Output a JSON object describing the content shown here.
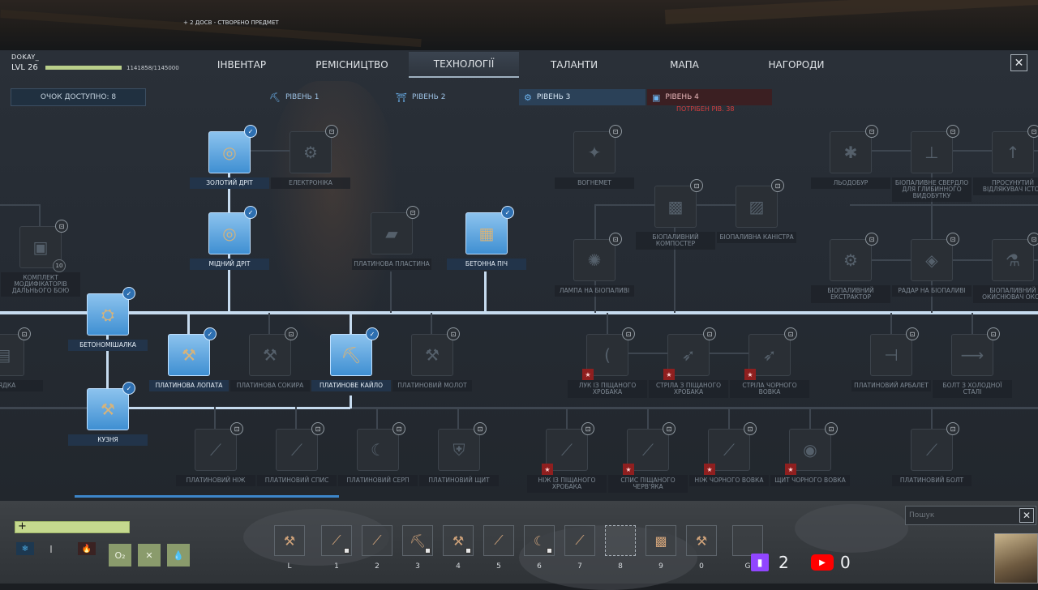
{
  "notification": "+ 2 ДОСВ - СТВОРЕНО ПРЕДМЕТ",
  "player": {
    "name": "DOKAY_",
    "level": "LVL 26",
    "xp_text": "1141858/1145000",
    "xp_fraction": 0.997
  },
  "tabs": [
    {
      "label": "ІНВЕНТАР",
      "active": false
    },
    {
      "label": "РЕМІСНИЦТВО",
      "active": false
    },
    {
      "label": "ТЕХНОЛОГІЇ",
      "active": true
    },
    {
      "label": "ТАЛАНТИ",
      "active": false
    },
    {
      "label": "МАПА",
      "active": false
    },
    {
      "label": "НАГОРОДИ",
      "active": false
    }
  ],
  "close_glyph": "✕",
  "points_available": "ОЧОК ДОСТУПНО: 8",
  "levels": [
    {
      "label": "РІВЕНЬ 1",
      "icon": "pickaxe-icon",
      "glyph": "⛏"
    },
    {
      "label": "РІВЕНЬ 2",
      "icon": "workbench-icon",
      "glyph": "⛩"
    },
    {
      "label": "РІВЕНЬ 3",
      "icon": "lathe-icon",
      "glyph": "⚙"
    },
    {
      "label": "РІВЕНЬ 4",
      "icon": "machine-icon",
      "glyph": "▣"
    }
  ],
  "level_requirement": "ПОТРІБЕН РІВ. 38",
  "nodes": {
    "golden_wire": {
      "label": "ЗОЛОТИЙ ДРІТ",
      "glyph": "◎",
      "unlocked": true
    },
    "electronics": {
      "label": "ЕЛЕКТРОНІКА",
      "glyph": "⚙",
      "unlocked": false
    },
    "copper_wire": {
      "label": "МІДНИЙ ДРІТ",
      "glyph": "◎",
      "unlocked": true
    },
    "platinum_plate": {
      "label": "ПЛАТИНОВА ПЛАСТИНА",
      "glyph": "▰",
      "unlocked": false
    },
    "concrete_furnace": {
      "label": "БЕТОННА ПІЧ",
      "glyph": "▦",
      "unlocked": true
    },
    "range_mod_kit": {
      "label": "КОМПЛЕКТ МОДИФІКАТОРІВ ДАЛЬНЬОГО БОЮ",
      "glyph": "▣",
      "unlocked": false,
      "count": "10"
    },
    "concrete_mixer": {
      "label": "БЕТОНОМІШАЛКА",
      "glyph": "⛭",
      "unlocked": true
    },
    "garden_bed": {
      "label": "ГРЯДКА",
      "glyph": "▤",
      "unlocked": false
    },
    "platinum_shovel": {
      "label": "ПЛАТИНОВА ЛОПАТА",
      "glyph": "⚒",
      "unlocked": true
    },
    "platinum_axe": {
      "label": "ПЛАТИНОВА СОКИРА",
      "glyph": "⚒",
      "unlocked": false
    },
    "platinum_pickaxe": {
      "label": "ПЛАТИНОВЕ КАЙЛО",
      "glyph": "⛏",
      "unlocked": true
    },
    "platinum_hammer": {
      "label": "ПЛАТИНОВИЙ МОЛОТ",
      "glyph": "⚒",
      "unlocked": false
    },
    "forge": {
      "label": "КУЗНЯ",
      "glyph": "⚒",
      "unlocked": true
    },
    "platinum_knife": {
      "label": "ПЛАТИНОВИЙ НІЖ",
      "glyph": "⟋",
      "unlocked": false
    },
    "platinum_spear": {
      "label": "ПЛАТИНОВИЙ СПИС",
      "glyph": "⟋",
      "unlocked": false
    },
    "platinum_sickle": {
      "label": "ПЛАТИНОВИЙ СЕРП",
      "glyph": "☾",
      "unlocked": false
    },
    "platinum_shield": {
      "label": "ПЛАТИНОВИЙ ЩИТ",
      "glyph": "⛨",
      "unlocked": false
    },
    "flamethrower": {
      "label": "ВОГНЕМЕТ",
      "glyph": "✦",
      "unlocked": false
    },
    "biofuel_composter": {
      "label": "БІОПАЛИВНИЙ КОМПОСТЕР",
      "glyph": "▩",
      "unlocked": false
    },
    "biofuel_canister": {
      "label": "БІОПАЛИВНА КАНІСТРА",
      "glyph": "▨",
      "unlocked": false
    },
    "biofuel_lamp": {
      "label": "ЛАМПА НА БІОПАЛИВІ",
      "glyph": "✺",
      "unlocked": false
    },
    "ice_drill": {
      "label": "ЛЬОДОБУР",
      "glyph": "✱",
      "unlocked": false
    },
    "biofuel_deep_drill": {
      "label": "БІОПАЛИВНЕ СВЕРДЛО ДЛЯ ГЛИБИННОГО ВИДОБУТКУ",
      "glyph": "⊥",
      "unlocked": false
    },
    "advanced_separator": {
      "label": "ПРОСУНУТИЙ ВІДЛЯКУВАЧ ІСТОТ",
      "glyph": "↑",
      "unlocked": false
    },
    "biofuel_extractor": {
      "label": "БІОПАЛИВНИЙ ЕКСТРАКТОР",
      "glyph": "⚙",
      "unlocked": false
    },
    "biofuel_radar": {
      "label": "РАДАР НА БІОПАЛИВІ",
      "glyph": "◈",
      "unlocked": false
    },
    "biofuel_oxidizer": {
      "label": "БІОПАЛИВНИЙ ОКИСНЮВАЧ ОКСИ",
      "glyph": "⚗",
      "unlocked": false
    },
    "sand_bow": {
      "label": "ЛУК ІЗ ПІЩАНОГО ХРОБАКА",
      "glyph": "(",
      "unlocked": false,
      "star": true
    },
    "sand_arrow": {
      "label": "СТРІЛА З ПІЩАНОГО ХРОБАКА",
      "glyph": "➶",
      "unlocked": false,
      "star": true
    },
    "black_wolf_arrow": {
      "label": "СТРІЛА ЧОРНОГО ВОВКА",
      "glyph": "➶",
      "unlocked": false,
      "star": true
    },
    "platinum_crossbow": {
      "label": "ПЛАТИНОВИЙ АРБАЛЕТ",
      "glyph": "⊣",
      "unlocked": false
    },
    "cold_steel_bolt": {
      "label": "БОЛТ З ХОЛОДНОЇ СТАЛІ",
      "glyph": "⟶",
      "unlocked": false
    },
    "sand_knife": {
      "label": "НІЖ ІЗ ПІЩАНОГО ХРОБАКА",
      "glyph": "⟋",
      "unlocked": false,
      "star": true
    },
    "sand_spear": {
      "label": "СПИС ПІЩАНОГО ЧЕРВ'ЯКА",
      "glyph": "⟋",
      "unlocked": false,
      "star": true
    },
    "black_wolf_knife": {
      "label": "НІЖ ЧОРНОГО ВОВКА",
      "glyph": "⟋",
      "unlocked": false,
      "star": true
    },
    "black_wolf_shield": {
      "label": "ЩИТ ЧОРНОГО ВОВКА",
      "glyph": "◉",
      "unlocked": false,
      "star": true
    },
    "platinum_bolt": {
      "label": "ПЛАТИНОВИЙ БОЛТ",
      "glyph": "⟋",
      "unlocked": false
    }
  },
  "lock_glyph": "🔒",
  "check_glyph": "✓",
  "star_glyph": "★",
  "hud": {
    "health_glyph": "+",
    "vitals": [
      {
        "name": "oxygen-icon",
        "glyph": "O₂"
      },
      {
        "name": "food-icon",
        "glyph": "✕"
      },
      {
        "name": "water-icon",
        "glyph": "💧"
      }
    ],
    "status": [
      {
        "name": "cold-icon",
        "glyph": "❄",
        "color": "#4aa8e0"
      },
      {
        "name": "torch-icon",
        "glyph": "ǀ",
        "color": "#e6e6e6"
      },
      {
        "name": "fire-icon",
        "glyph": "🔥",
        "color": "#d0402a"
      }
    ]
  },
  "hotbar": [
    {
      "key": "L",
      "glyph": "⚒",
      "mark": false
    },
    {
      "key": "1",
      "glyph": "⟋",
      "mark": true
    },
    {
      "key": "2",
      "glyph": "⟋",
      "mark": false
    },
    {
      "key": "3",
      "glyph": "⛏",
      "mark": true
    },
    {
      "key": "4",
      "glyph": "⚒",
      "mark": true
    },
    {
      "key": "5",
      "glyph": "⟋",
      "mark": false
    },
    {
      "key": "6",
      "glyph": "☾",
      "mark": true
    },
    {
      "key": "7",
      "glyph": "⟋",
      "mark": false
    },
    {
      "key": "8",
      "glyph": "",
      "mark": false,
      "selected": true
    },
    {
      "key": "9",
      "glyph": "▩",
      "mark": false
    },
    {
      "key": "0",
      "glyph": "⚒",
      "mark": false
    },
    {
      "key": "G",
      "glyph": "",
      "mark": false
    }
  ],
  "search": {
    "placeholder": "Пошук",
    "value": ""
  },
  "social": {
    "twitch_count": "2",
    "youtube_count": "0"
  }
}
